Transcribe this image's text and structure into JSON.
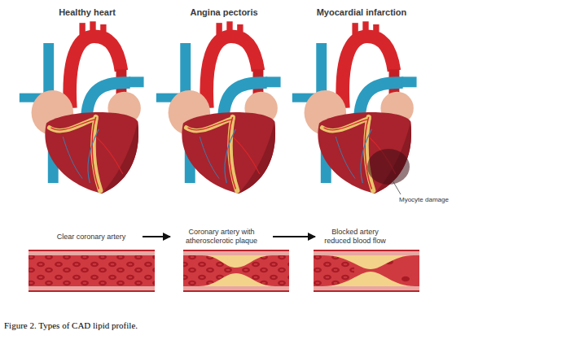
{
  "diagram": {
    "caption": "Figure 2. Types of CAD lipid profile.",
    "nodes": [
      {
        "text": [
          "Healthy heart"
        ]
      },
      {
        "text": [
          "Angina pectoris"
        ]
      },
      {
        "text": [
          "Myocardial infarction"
        ]
      },
      {
        "text": [
          "Clear coronary artery"
        ]
      },
      {
        "text": [
          "Coronary artery with atherosclerotic plaque"
        ]
      },
      {
        "text": [
          "Blocked artery reduced blood flow"
        ]
      }
    ],
    "edges": [
      {
        "from": 3,
        "to": 4,
        "arrow": "to"
      },
      {
        "from": 4,
        "to": 5,
        "arrow": "to"
      }
    ],
    "labels": [
      "Myocyte damage"
    ]
  }
}
